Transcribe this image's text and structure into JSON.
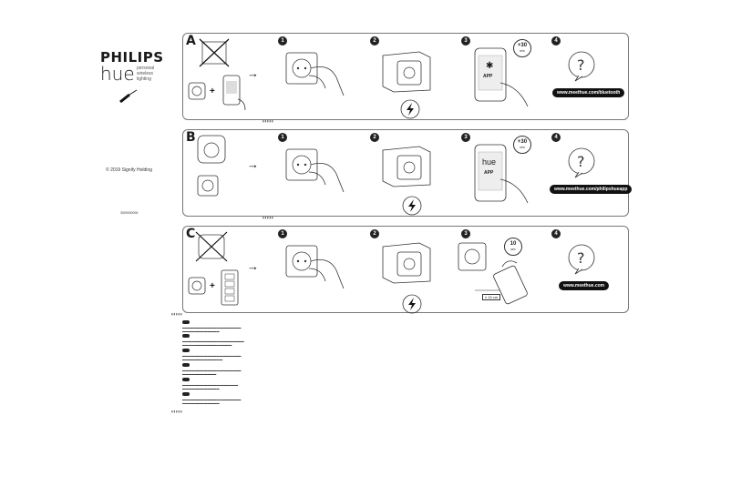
{
  "brand": {
    "name": "PHILIPS",
    "product": "hue",
    "tagline": [
      "personal",
      "wireless",
      "lighting"
    ]
  },
  "copyright": "© 2019 Signify Holding",
  "doc_code": "3000000000",
  "panels": [
    {
      "letter": "A",
      "steps": [
        "1",
        "2",
        "3",
        "4"
      ],
      "url": "www.meethue.com/bluetooth",
      "timer": "+30",
      "timer_unit": "min",
      "phone_label": "APP"
    },
    {
      "letter": "B",
      "steps": [
        "1",
        "2",
        "3",
        "4"
      ],
      "url": "www.meethue.com/philipshueapp",
      "timer": "+30",
      "timer_unit": "min",
      "phone_label": "APP",
      "phone_brand": "hue"
    },
    {
      "letter": "C",
      "steps": [
        "1",
        "2",
        "3",
        "4"
      ],
      "url": "www.meethue.com",
      "timer": "10",
      "timer_unit": "sec",
      "hold": "≤ 15 cm"
    }
  ],
  "icons": [
    "screwdriver-icon",
    "lightning-icon",
    "question-icon",
    "bluetooth-icon",
    "hue-bridge-icon",
    "smart-plug-icon",
    "dimmer-switch-icon"
  ]
}
